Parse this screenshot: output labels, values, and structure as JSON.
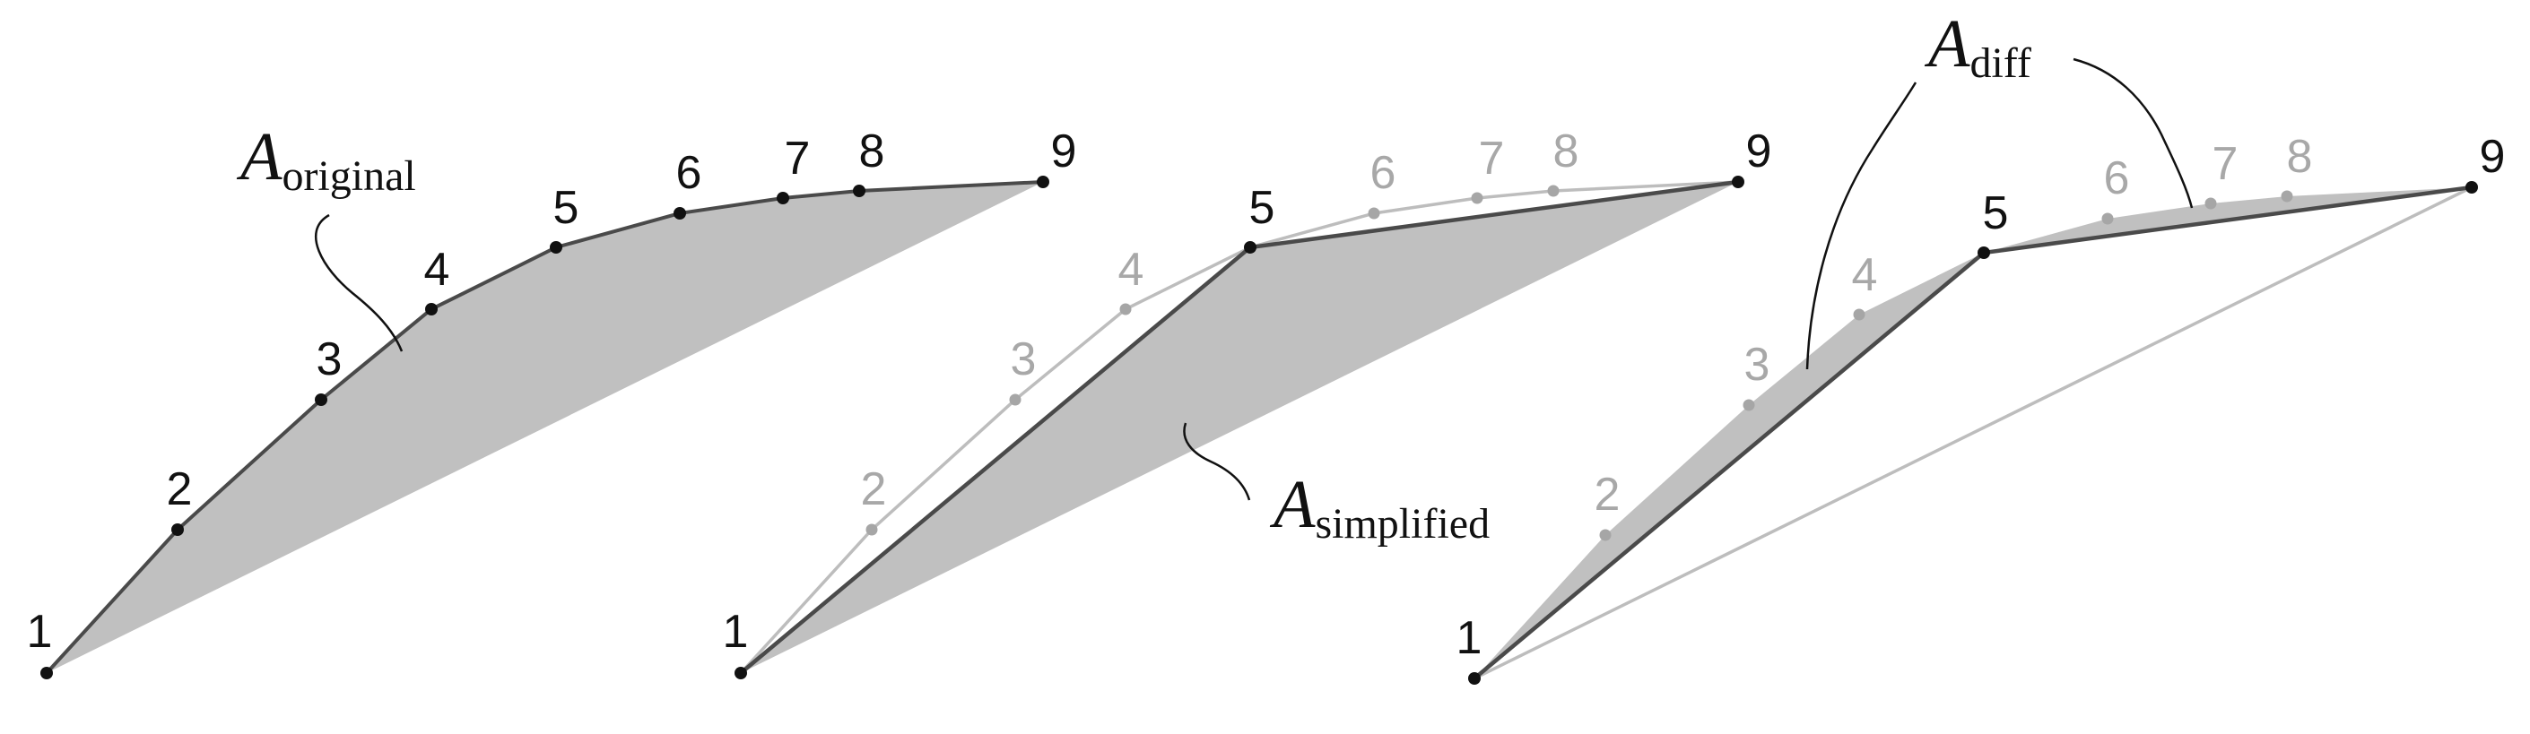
{
  "panels": [
    {
      "id": "original",
      "area_label": {
        "main": "A",
        "sub": "original"
      },
      "points": [
        "1",
        "2",
        "3",
        "4",
        "5",
        "6",
        "7",
        "8",
        "9"
      ]
    },
    {
      "id": "simplified",
      "area_label": {
        "main": "A",
        "sub": "simplified"
      },
      "points": [
        "1",
        "2",
        "3",
        "4",
        "5",
        "6",
        "7",
        "8",
        "9"
      ]
    },
    {
      "id": "diff",
      "area_label": {
        "main": "A",
        "sub": "diff"
      },
      "points": [
        "1",
        "2",
        "3",
        "4",
        "5",
        "6",
        "7",
        "8",
        "9"
      ]
    }
  ],
  "colors": {
    "fill": "#c0c0c0",
    "dark_line": "#4a4a4a",
    "light_line": "#bdbdbd",
    "dark_point": "#111111",
    "light_point": "#a6a6a6",
    "dark_text": "#111111",
    "light_text": "#a8a8a8"
  }
}
